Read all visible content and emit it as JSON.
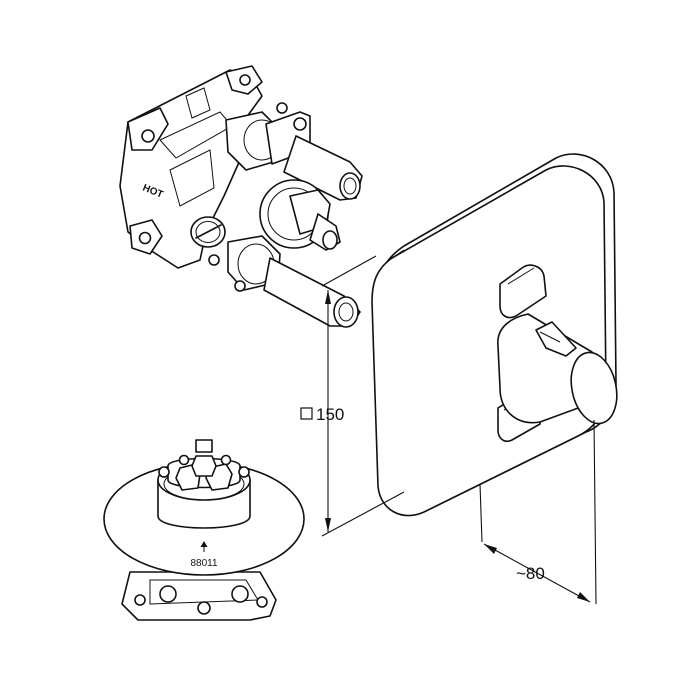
{
  "diagram": {
    "labels": {
      "hot": "HOT",
      "part_number": "88011",
      "height_dimension": "150",
      "depth_dimension": "~80"
    },
    "icons": {
      "square_symbol": "square-outline-icon"
    }
  }
}
